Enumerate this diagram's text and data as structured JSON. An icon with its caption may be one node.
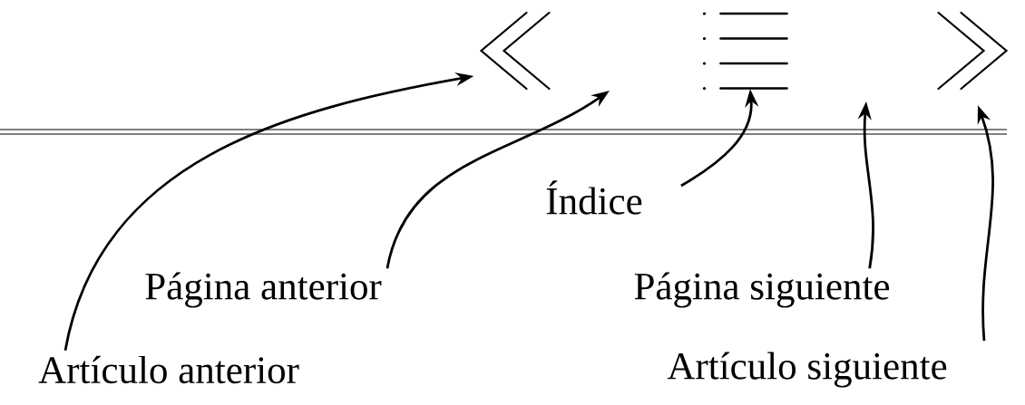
{
  "diagram": {
    "nodes": [
      {
        "text": [],
        "shape": "chevron"
      },
      {
        "text": [],
        "shape": "list"
      },
      {
        "text": [],
        "shape": "chevron"
      },
      {
        "text": [
          "Artículo anterior"
        ]
      },
      {
        "text": [
          "Página anterior"
        ]
      },
      {
        "text": [
          "Índice"
        ]
      },
      {
        "text": [
          "Página siguiente"
        ]
      },
      {
        "text": [
          "Artículo siguiente"
        ]
      }
    ],
    "edges": [
      {
        "from": 3,
        "to": 0,
        "arrow": "to"
      },
      {
        "from": 4,
        "to": null,
        "arrow": "to"
      },
      {
        "from": 5,
        "to": 1,
        "arrow": "to"
      },
      {
        "from": 6,
        "to": null,
        "arrow": "to"
      },
      {
        "from": 7,
        "to": 2,
        "arrow": "to"
      }
    ]
  }
}
